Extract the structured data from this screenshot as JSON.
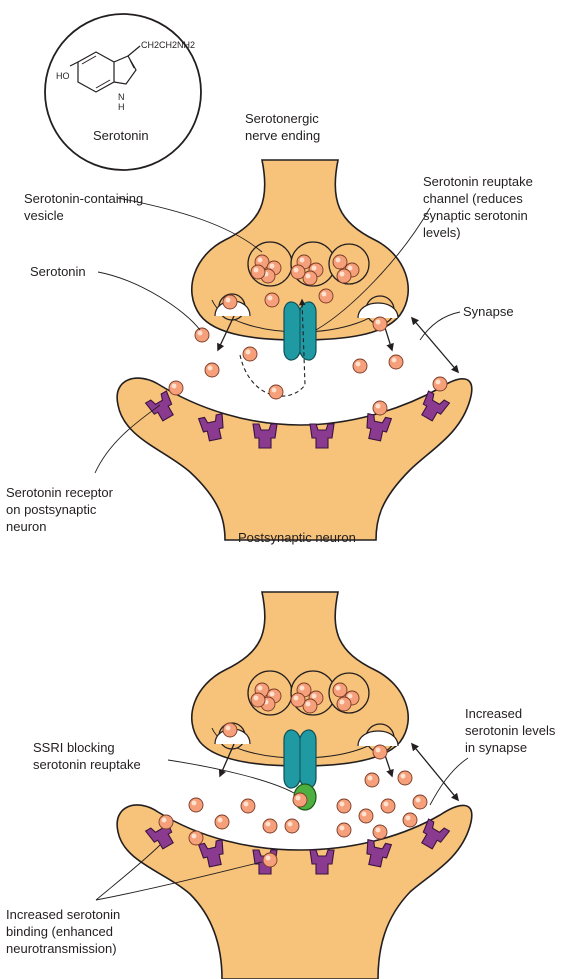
{
  "molecule": {
    "name": "Serotonin",
    "group_ho": "HO",
    "group_chain": "CH2CH2NH2",
    "group_nh": "N",
    "group_h": "H"
  },
  "panel_top": {
    "nerve_ending_line1": "Serotonergic",
    "nerve_ending_line2": "nerve ending",
    "vesicle_label_line1": "Serotonin-containing",
    "vesicle_label_line2": "vesicle",
    "serotonin_label": "Serotonin",
    "reuptake_line1": "Serotonin reuptake",
    "reuptake_line2": "channel (reduces",
    "reuptake_line3": "synaptic serotonin",
    "reuptake_line4": "levels)",
    "synapse_label": "Synapse",
    "receptor_line1": "Serotonin receptor",
    "receptor_line2": "on postsynaptic",
    "receptor_line3": "neuron",
    "postsynaptic_label": "Postsynaptic neuron"
  },
  "panel_bottom": {
    "ssri_line1": "SSRI blocking",
    "ssri_line2": "serotonin reuptake",
    "increased_line1": "Increased",
    "increased_line2": "serotonin levels",
    "increased_line3": "in synapse",
    "binding_line1": "Increased serotonin",
    "binding_line2": "binding (enhanced",
    "binding_line3": "neurotransmission)"
  },
  "colors": {
    "neuron": "#f7c27a",
    "serotonin": "#f5a07a",
    "receptor": "#8a3b8f",
    "reuptake_channel": "#1f9aa3",
    "ssri": "#4caf3f"
  }
}
